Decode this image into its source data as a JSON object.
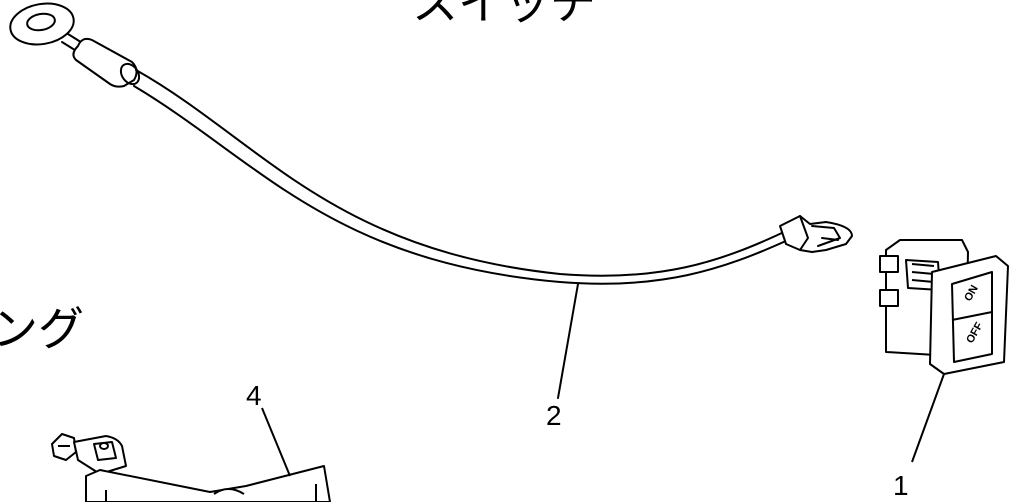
{
  "labels": {
    "top_text": "スイッチ",
    "left_text": "ング"
  },
  "callouts": {
    "switch": "1",
    "wire": "2",
    "bracket": "4"
  },
  "switch_markings": {
    "on": "ON",
    "off": "OFF"
  },
  "parts": [
    {
      "id": "switch",
      "icon": "rocker-switch"
    },
    {
      "id": "wire",
      "icon": "ring-terminal-wire"
    },
    {
      "id": "bracket",
      "icon": "bracket-partial"
    }
  ]
}
